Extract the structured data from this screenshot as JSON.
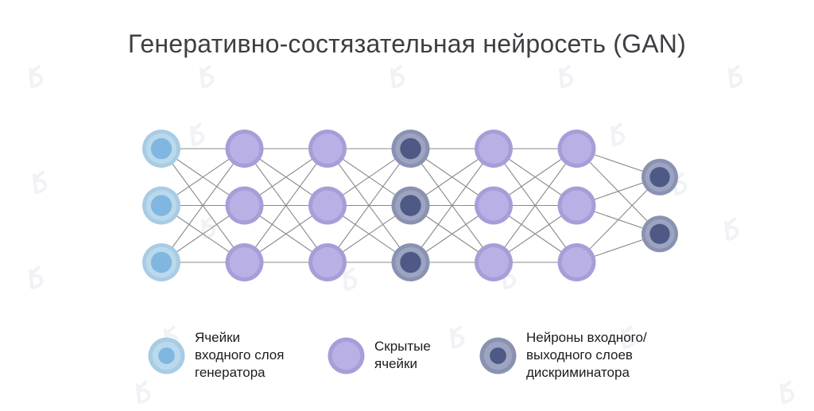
{
  "title": "Генеративно-состязательная нейросеть (GAN)",
  "network": {
    "description": "GAN neural network diagram: generator input layer, hidden layers, discriminator input/output layers",
    "layers": [
      {
        "type": "generator_input",
        "count": 3
      },
      {
        "type": "hidden",
        "count": 3
      },
      {
        "type": "hidden",
        "count": 3
      },
      {
        "type": "discriminator",
        "count": 3
      },
      {
        "type": "hidden",
        "count": 3
      },
      {
        "type": "hidden",
        "count": 3
      },
      {
        "type": "discriminator",
        "count": 2
      }
    ],
    "node_styles": {
      "generator_input": {
        "rings": [
          "#a8cce4",
          "#bbd9ec",
          "#80b7e1"
        ]
      },
      "hidden": {
        "rings": [
          "#a79ed8",
          "#b9b0e5"
        ]
      },
      "discriminator": {
        "rings": [
          "#8a92b2",
          "#9ca4c1",
          "#4e5a85"
        ]
      }
    },
    "edge_color": "#898989"
  },
  "legend": [
    {
      "type": "generator_input",
      "label": "Ячейки\nвходного слоя\nгенератора"
    },
    {
      "type": "hidden",
      "label": "Скрытые\nячейки"
    },
    {
      "type": "discriminator",
      "label": "Нейроны входного/\nвыходного слоев\nдискриминатора"
    }
  ],
  "colors": {
    "background": "#ffffff",
    "title_text": "#3c3f43",
    "legend_text": "#1b1c1e",
    "watermark": "#f0f2f6"
  }
}
